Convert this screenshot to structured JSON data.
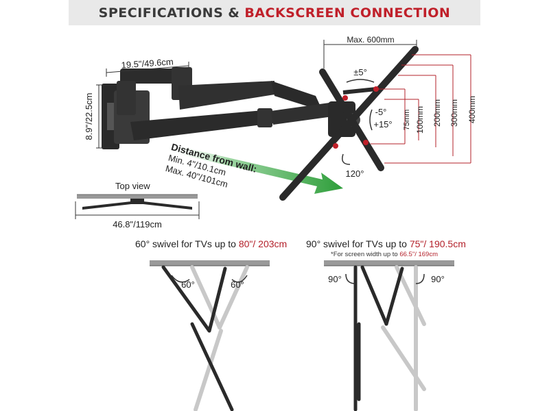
{
  "header": {
    "title_part1": "SPECIFICATIONS",
    "title_amp": "&",
    "title_part2": "BACKSCREEN CONNECTION"
  },
  "dimensions": {
    "arm_length": "19.5\"/49.6cm",
    "wall_plate_height": "8.9\"/22.5cm",
    "vesa_max_width": "Max. 600mm",
    "tilt": "±5°",
    "tilt_down": "-5°",
    "tilt_up": "+15°",
    "rotation": "120°",
    "vesa_75": "75mm",
    "vesa_100": "100mm",
    "vesa_200": "200mm",
    "vesa_300": "300mm",
    "vesa_400": "400mm"
  },
  "distance": {
    "title": "Distance from wall:",
    "min": "Min. 4\"/10.1cm",
    "max": "Max. 40\"/101cm"
  },
  "top_view": {
    "label": "Top view",
    "width": "46.8\"/119cm"
  },
  "swivel_60": {
    "caption_prefix": "60° swivel for TVs up to ",
    "caption_highlight": "80\"/ 203cm",
    "angle_left": "60°",
    "angle_right": "60°"
  },
  "swivel_90": {
    "caption_prefix": "90° swivel for TVs up to ",
    "caption_highlight": "75\"/ 190.5cm",
    "note_prefix": "*For screen width up to ",
    "note_highlight": "66.5\"/ 169cm",
    "angle_left": "90°",
    "angle_right": "90°"
  },
  "colors": {
    "accent_red": "#c0202a",
    "arrow_green": "#2e9e3a",
    "mount_black": "#2a2a2a",
    "ghost_gray": "#c8c8c8",
    "header_bg": "#e9e9e9"
  }
}
